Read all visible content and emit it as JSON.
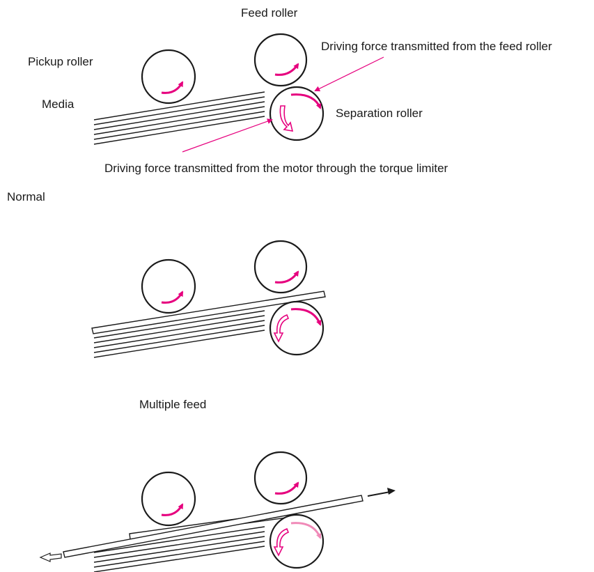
{
  "labels": {
    "feed_roller": "Feed roller",
    "pickup_roller": "Pickup roller",
    "media": "Media",
    "separation_roller": "Separation roller",
    "force_feed": "Driving force transmitted from the feed roller",
    "force_motor": "Driving force transmitted from the motor through the torque limiter",
    "normal": "Normal",
    "multiple_feed": "Multiple feed"
  },
  "colors": {
    "magenta": "#e6007e",
    "magenta_light": "#f08ab8",
    "ink": "#1a1a1a"
  }
}
